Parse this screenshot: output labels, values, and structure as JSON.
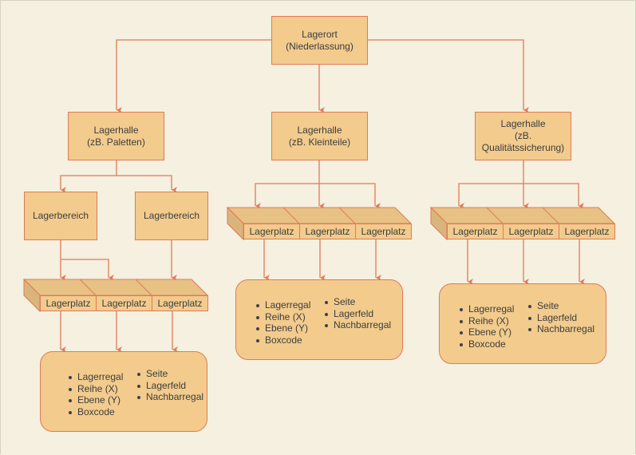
{
  "diagram": {
    "root": {
      "title": "Lagerort",
      "subtitle": "(Niederlassung)"
    },
    "halls": [
      {
        "title": "Lagerhalle",
        "subtitle": "(zB. Paletten)"
      },
      {
        "title": "Lagerhalle",
        "subtitle": "(zB. Kleinteile)"
      },
      {
        "title": "Lagerhalle",
        "subtitle_line1": "(zB.",
        "subtitle_line2": "Qualitätssicherung)"
      }
    ],
    "areas": [
      {
        "label": "Lagerbereich"
      },
      {
        "label": "Lagerbereich"
      }
    ],
    "shelf_cell_label": "Lagerplatz",
    "info": {
      "left_list": [
        "Lagerregal",
        "Reihe (X)",
        "Ebene (Y)",
        "Boxcode"
      ],
      "right_list": [
        "Seite",
        "Lagerfeld",
        "Nachbarregal"
      ]
    }
  },
  "colors": {
    "background": "#f5f0df",
    "fill": "#f2cb8d",
    "stroke": "#e07a5a",
    "shelf_top": "#e8c184",
    "shelf_side": "#d9b57c"
  }
}
